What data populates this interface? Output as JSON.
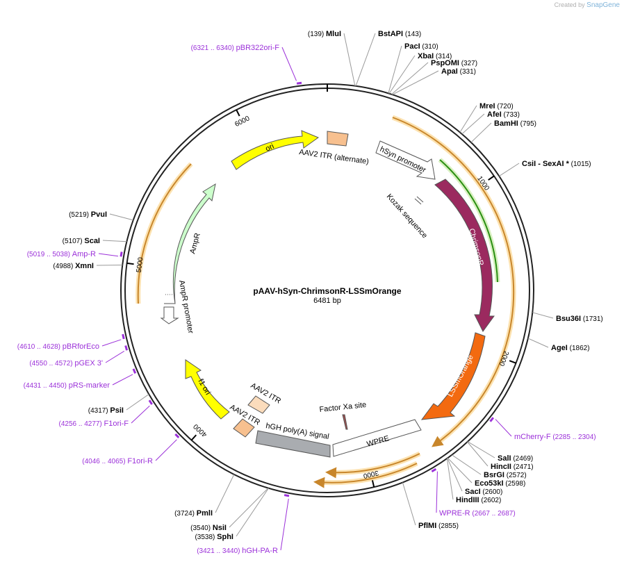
{
  "header": {
    "created_by": "Created by",
    "brand": "SnapGene"
  },
  "plasmid": {
    "name": "pAAV-hSyn-ChrimsonR-LSSmOrange",
    "length_label": "6481 bp",
    "length": 6481
  },
  "ruler": {
    "ticks": [
      {
        "label": "1000",
        "pos": 1000
      },
      {
        "label": "2000",
        "pos": 2000
      },
      {
        "label": "3000",
        "pos": 3000
      },
      {
        "label": "4000",
        "pos": 4000
      },
      {
        "label": "5000",
        "pos": 5000
      },
      {
        "label": "6000",
        "pos": 6000
      }
    ]
  },
  "enzymes": [
    {
      "name": "MluI",
      "pos_label": "(139)",
      "pos": 139
    },
    {
      "name": "BstAPI",
      "pos_label": "(143)",
      "pos": 143
    },
    {
      "name": "PacI",
      "pos_label": "(310)",
      "pos": 310
    },
    {
      "name": "XbaI",
      "pos_label": "(314)",
      "pos": 314
    },
    {
      "name": "PspOMI",
      "pos_label": "(327)",
      "pos": 327
    },
    {
      "name": "ApaI",
      "pos_label": "(331)",
      "pos": 331
    },
    {
      "name": "MreI",
      "pos_label": "(720)",
      "pos": 720
    },
    {
      "name": "AfeI",
      "pos_label": "(733)",
      "pos": 733
    },
    {
      "name": "BamHI",
      "pos_label": "(795)",
      "pos": 795
    },
    {
      "name": "CsiI  - SexAI *",
      "pos_label": "(1015)",
      "pos": 1015
    },
    {
      "name": "Bsu36I",
      "pos_label": "(1731)",
      "pos": 1731
    },
    {
      "name": "AgeI",
      "pos_label": "(1862)",
      "pos": 1862
    },
    {
      "name": "SalI",
      "pos_label": "(2469)",
      "pos": 2469
    },
    {
      "name": "HincII",
      "pos_label": "(2471)",
      "pos": 2471
    },
    {
      "name": "BsrGI",
      "pos_label": "(2572)",
      "pos": 2572
    },
    {
      "name": "Eco53kI",
      "pos_label": "(2598)",
      "pos": 2598
    },
    {
      "name": "SacI",
      "pos_label": "(2600)",
      "pos": 2600
    },
    {
      "name": "HindIII",
      "pos_label": "(2602)",
      "pos": 2602
    },
    {
      "name": "PflMI",
      "pos_label": "(2855)",
      "pos": 2855
    },
    {
      "name": "SphI",
      "pos_label": "(3538)",
      "pos": 3538
    },
    {
      "name": "NsiI",
      "pos_label": "(3540)",
      "pos": 3540
    },
    {
      "name": "PmlI",
      "pos_label": "(3724)",
      "pos": 3724
    },
    {
      "name": "PsiI",
      "pos_label": "(4317)",
      "pos": 4317
    },
    {
      "name": "XmnI",
      "pos_label": "(4988)",
      "pos": 4988
    },
    {
      "name": "ScaI",
      "pos_label": "(5107)",
      "pos": 5107
    },
    {
      "name": "PvuI",
      "pos_label": "(5219)",
      "pos": 5219
    }
  ],
  "primers": [
    {
      "name": "pBR322ori-F",
      "range": "(6321 .. 6340)",
      "pos": 6330
    },
    {
      "name": "mCherry-F",
      "range": "(2285 .. 2304)",
      "pos": 2295
    },
    {
      "name": "WPRE-R",
      "range": "(2667 .. 2687)",
      "pos": 2677
    },
    {
      "name": "hGH-PA-R",
      "range": "(3421 .. 3440)",
      "pos": 3430
    },
    {
      "name": "F1ori-R",
      "range": "(4046 .. 4065)",
      "pos": 4055
    },
    {
      "name": "F1ori-F",
      "range": "(4256 .. 4277)",
      "pos": 4266
    },
    {
      "name": "pRS-marker",
      "range": "(4431 .. 4450)",
      "pos": 4440
    },
    {
      "name": "pGEX 3'",
      "range": "(4550 .. 4572)",
      "pos": 4561
    },
    {
      "name": "pBRforEco",
      "range": "(4610 .. 4628)",
      "pos": 4619
    },
    {
      "name": "Amp-R",
      "range": "(5019 .. 5038)",
      "pos": 5028
    }
  ],
  "features": [
    {
      "name": "AAV2 ITR (alternate)",
      "color": "#f7c08f"
    },
    {
      "name": "hSyn promoter",
      "color": "#ffffff"
    },
    {
      "name": "Kozak sequence",
      "color": "#ffffff"
    },
    {
      "name": "ChrimsonR",
      "color": "#9b2a5f"
    },
    {
      "name": "LSSmOrange",
      "color": "#f36a10"
    },
    {
      "name": "Factor Xa site",
      "color": "#a05050"
    },
    {
      "name": "WPRE",
      "color": "#ffffff"
    },
    {
      "name": "hGH poly(A) signal",
      "color": "#a9acb0"
    },
    {
      "name": "AAV2 ITR",
      "color": "#f7c08f"
    },
    {
      "name": "AAV2 ITR",
      "color": "#fbdcbc"
    },
    {
      "name": "f1 ori",
      "color": "#ffff00"
    },
    {
      "name": "AmpR promoter",
      "color": "#ffffff"
    },
    {
      "name": "AmpR",
      "color": "#ccffcc"
    },
    {
      "name": "ori",
      "color": "#ffff00"
    }
  ],
  "colors": {
    "primer": "#9b30d9",
    "orf_fill": "#fcd9a4",
    "orf_stroke": "#c8862b",
    "green_orf": "#2a8f12",
    "backbone": "#222222"
  }
}
